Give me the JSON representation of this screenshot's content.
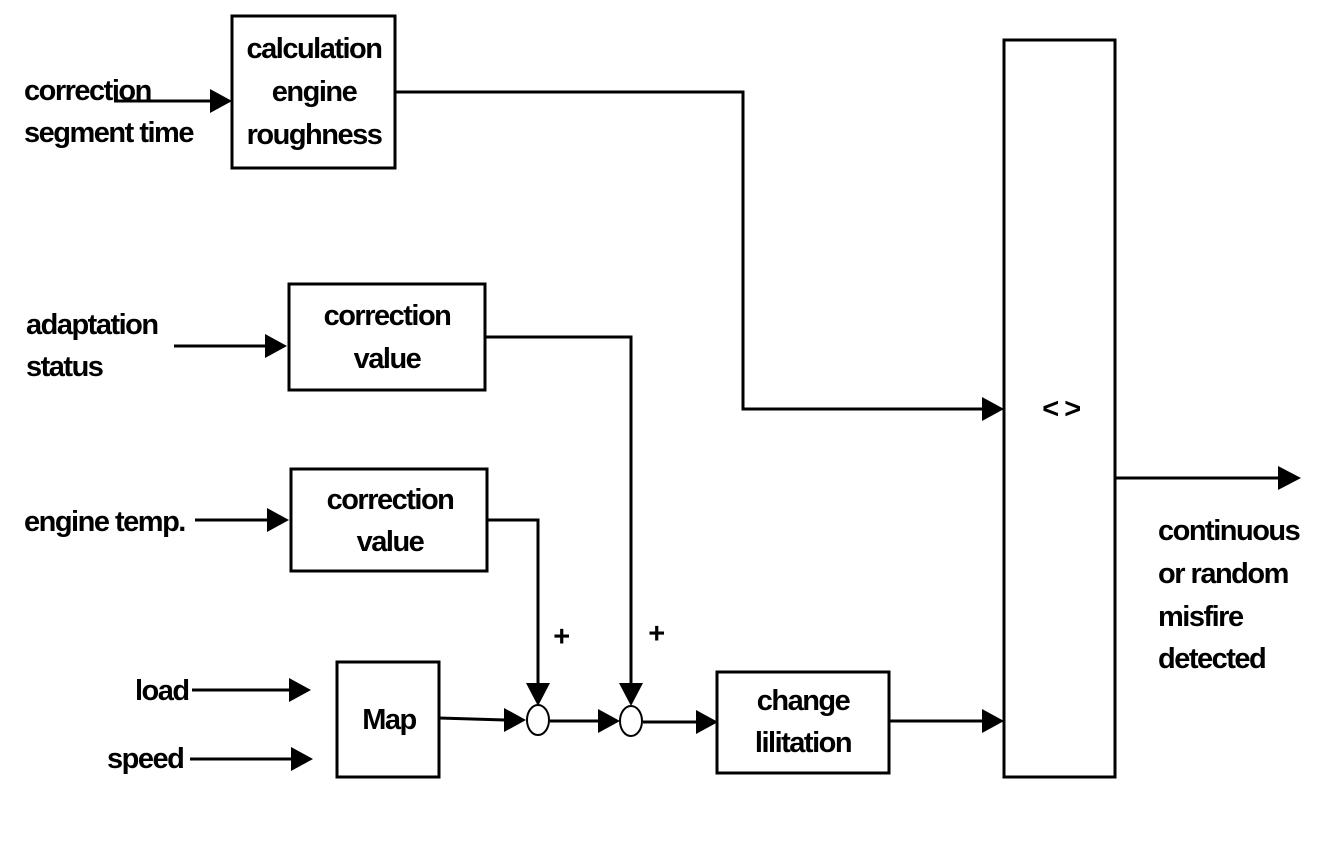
{
  "inputs": {
    "correction_segment_time": [
      "correction",
      "segment time"
    ],
    "adaptation_status": [
      "adaptation",
      "status"
    ],
    "engine_temp": "engine temp.",
    "load": "load",
    "speed": "speed"
  },
  "blocks": {
    "roughness": [
      "calculation",
      "engine",
      "roughness"
    ],
    "correction_adaptation": [
      "correction",
      "value"
    ],
    "correction_temp": [
      "correction",
      "value"
    ],
    "map": "Map",
    "change_limitation": [
      "change",
      "lilitation"
    ],
    "comparator": "< >"
  },
  "summing": {
    "sign_1": "+",
    "sign_2": "+"
  },
  "output": [
    "continuous",
    "or random",
    "misfire",
    "detected"
  ]
}
